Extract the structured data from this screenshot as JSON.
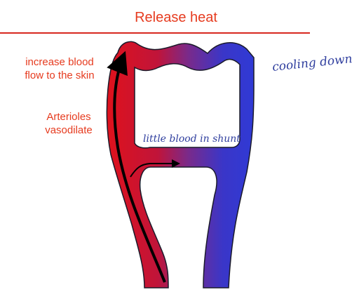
{
  "title": "Release heat",
  "labels": {
    "increase_blood_flow": "increase blood flow to the skin",
    "arterioles": "Arterioles vasodilate"
  },
  "handwritten": {
    "cooling_down": "cooling down",
    "little_blood_in_shunt": "little blood in shunt"
  },
  "colors": {
    "accent_red": "#e63b1f",
    "vessel_red": "#e0121b",
    "vessel_blue": "#2f3ad6",
    "ink_blue": "#2f3e9e"
  }
}
